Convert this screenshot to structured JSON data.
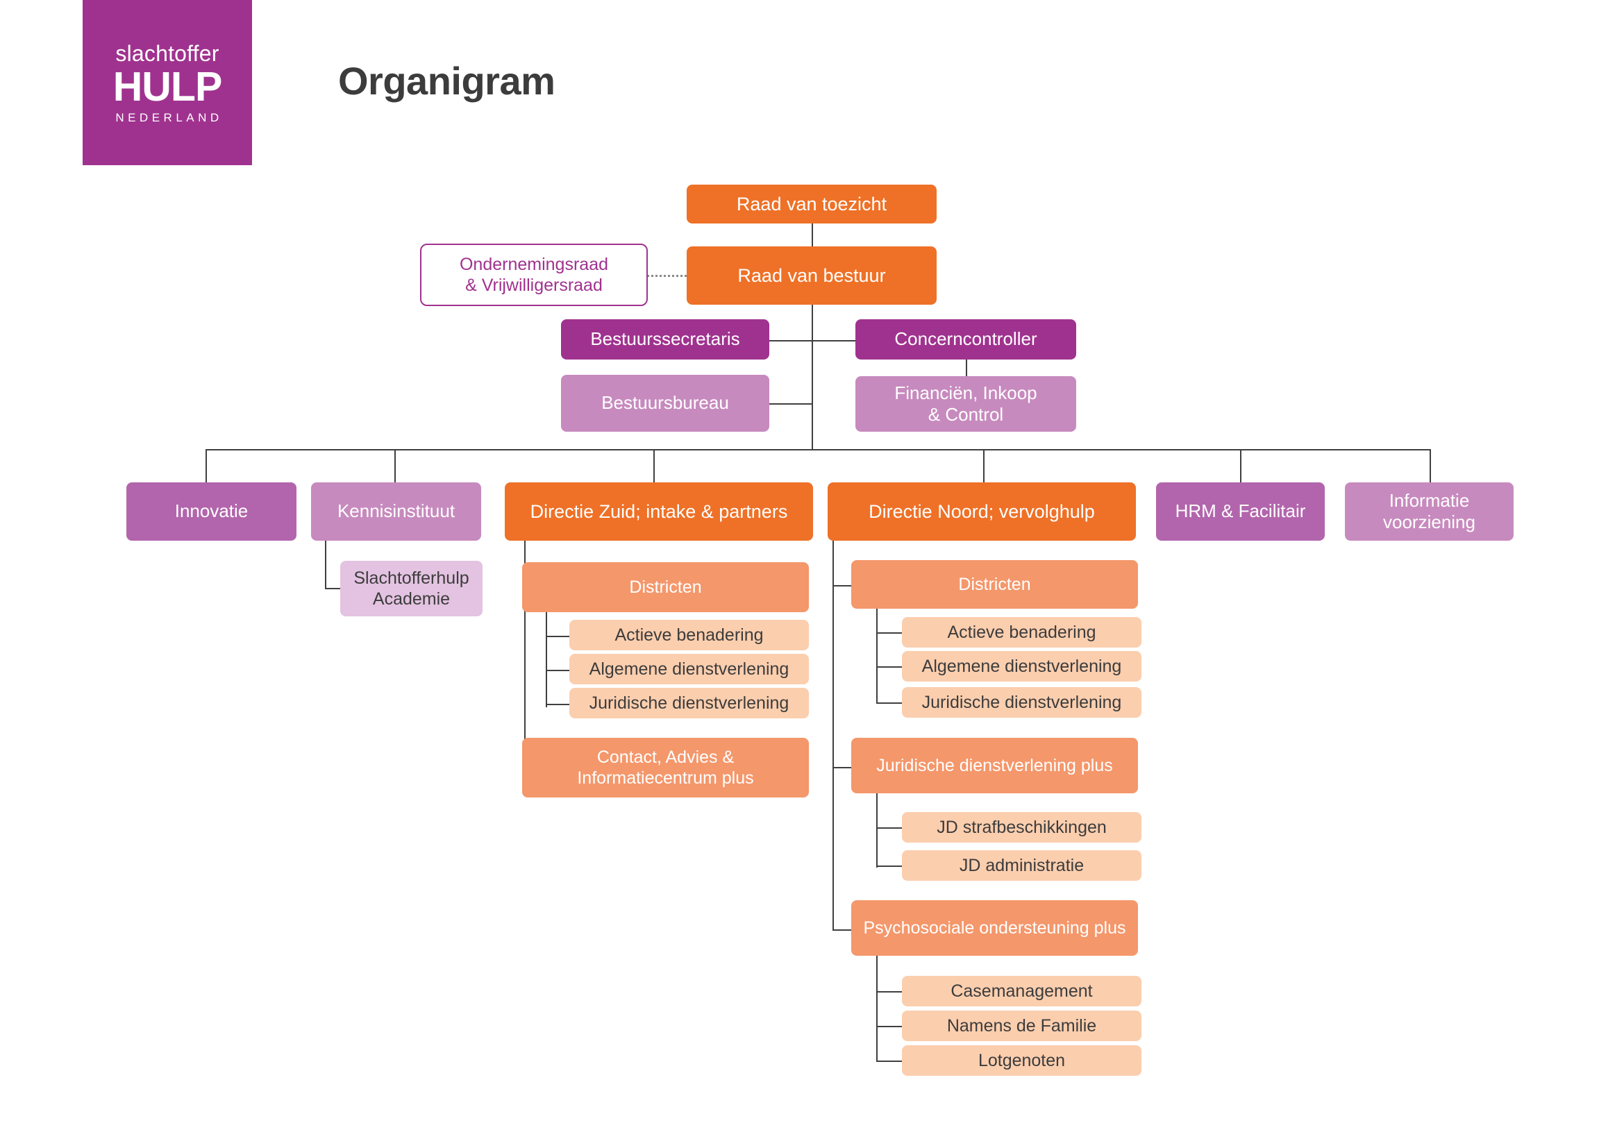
{
  "logo": {
    "line1": "slachtoffer",
    "line2": "HULP",
    "line3": "NEDERLAND",
    "background": "#A0328F"
  },
  "header": {
    "title": "Organigram",
    "title_color": "#3C3C3C"
  },
  "palette": {
    "orange": "#EE7127",
    "orange_mid": "#F4976B",
    "orange_light": "#FBCEAE",
    "purple_dark": "#A0328F",
    "purple": "#B265AC",
    "purple_mid": "#C78ABE",
    "purple_light": "#E3C3E1",
    "line": "#3F3F3F",
    "dotted_line": "#8A8A8A"
  },
  "chart_data": {
    "type": "diagram",
    "title": "Organigram",
    "nodes": [
      {
        "id": "raad_van_toezicht",
        "label": "Raad van toezicht",
        "level": 0,
        "style": "orange"
      },
      {
        "id": "raad_van_bestuur",
        "label": "Raad van bestuur",
        "level": 1,
        "style": "orange"
      },
      {
        "id": "ondernemingsraad",
        "label": "Ondernemingsraad\n& Vrijwilligersraad",
        "level": 1,
        "style": "outline"
      },
      {
        "id": "bestuurssecretaris",
        "label": "Bestuurssecretaris",
        "level": 2,
        "style": "purple-dark"
      },
      {
        "id": "bestuursbureau",
        "label": "Bestuursbureau",
        "level": 2,
        "style": "purple-mid"
      },
      {
        "id": "concerncontroller",
        "label": "Concerncontroller",
        "level": 2,
        "style": "purple-dark"
      },
      {
        "id": "financien",
        "label": "Financiën, Inkoop\n& Control",
        "level": 3,
        "style": "purple-mid"
      },
      {
        "id": "innovatie",
        "label": "Innovatie",
        "level": 2,
        "style": "purple"
      },
      {
        "id": "kennisinstituut",
        "label": "Kennisinstituut",
        "level": 2,
        "style": "purple-mid"
      },
      {
        "id": "academie",
        "label": "Slachtofferhulp\nAcademie",
        "level": 3,
        "style": "purple-light"
      },
      {
        "id": "directie_zuid",
        "label": "Directie Zuid; intake & partners",
        "level": 2,
        "style": "orange"
      },
      {
        "id": "directie_noord",
        "label": "Directie Noord; vervolghulp",
        "level": 2,
        "style": "orange"
      },
      {
        "id": "hrm",
        "label": "HRM & Facilitair",
        "level": 2,
        "style": "purple"
      },
      {
        "id": "informatievoorziening",
        "label": "Informatie\nvoorziening",
        "level": 2,
        "style": "purple-mid"
      }
    ],
    "edges": [
      {
        "from": "raad_van_toezicht",
        "to": "raad_van_bestuur",
        "type": "solid"
      },
      {
        "from": "ondernemingsraad",
        "to": "raad_van_bestuur",
        "type": "dotted"
      },
      {
        "from": "raad_van_bestuur",
        "to": "bestuurssecretaris",
        "type": "solid"
      },
      {
        "from": "raad_van_bestuur",
        "to": "concerncontroller",
        "type": "solid"
      },
      {
        "from": "raad_van_bestuur",
        "to": "bestuursbureau",
        "type": "solid"
      },
      {
        "from": "concerncontroller",
        "to": "financien",
        "type": "solid"
      },
      {
        "from": "raad_van_bestuur",
        "to": "innovatie",
        "type": "solid"
      },
      {
        "from": "raad_van_bestuur",
        "to": "kennisinstituut",
        "type": "solid"
      },
      {
        "from": "raad_van_bestuur",
        "to": "directie_zuid",
        "type": "solid"
      },
      {
        "from": "raad_van_bestuur",
        "to": "directie_noord",
        "type": "solid"
      },
      {
        "from": "raad_van_bestuur",
        "to": "hrm",
        "type": "solid"
      },
      {
        "from": "raad_van_bestuur",
        "to": "informatievoorziening",
        "type": "solid"
      },
      {
        "from": "kennisinstituut",
        "to": "academie",
        "type": "solid"
      }
    ]
  },
  "top": {
    "raad_van_toezicht": "Raad van toezicht",
    "raad_van_bestuur": "Raad van bestuur",
    "ondernemingsraad_l1": "Ondernemingsraad",
    "ondernemingsraad_l2": "& Vrijwilligersraad"
  },
  "staff": {
    "bestuurssecretaris": "Bestuurssecretaris",
    "bestuursbureau": "Bestuursbureau",
    "concerncontroller": "Concerncontroller",
    "financien_l1": "Financiën, Inkoop",
    "financien_l2": "& Control"
  },
  "departments": {
    "innovatie": "Innovatie",
    "kennisinstituut": "Kennisinstituut",
    "academie_l1": "Slachtofferhulp",
    "academie_l2": "Academie",
    "directie_zuid": "Directie Zuid; intake & partners",
    "directie_noord": "Directie Noord; vervolghulp",
    "hrm": "HRM & Facilitair",
    "informatie_l1": "Informatie",
    "informatie_l2": "voorziening"
  },
  "zuid": {
    "districten": "Districten",
    "sub": [
      "Actieve benadering",
      "Algemene dienstverlening",
      "Juridische dienstverlening"
    ],
    "contact_l1": "Contact, Advies &",
    "contact_l2": "Informatiecentrum plus"
  },
  "noord": {
    "districten": "Districten",
    "districten_sub": [
      "Actieve benadering",
      "Algemene dienstverlening",
      "Juridische dienstverlening"
    ],
    "juridisch_plus": "Juridische dienstverlening plus",
    "juridisch_sub": [
      "JD  strafbeschikkingen",
      "JD administratie"
    ],
    "psychosociaal_plus": "Psychosociale ondersteuning plus",
    "psychosociaal_sub": [
      "Casemanagement",
      "Namens de Familie",
      "Lotgenoten"
    ]
  }
}
